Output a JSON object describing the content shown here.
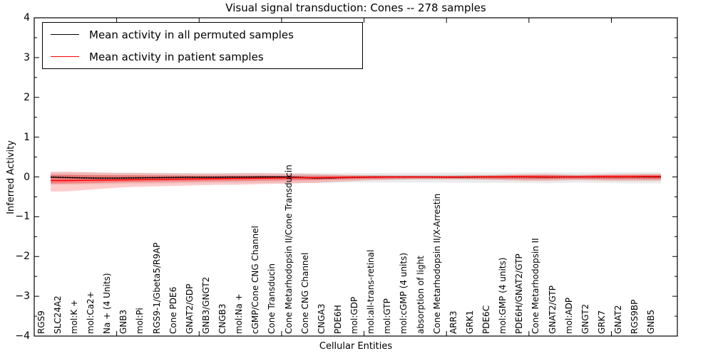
{
  "chart_data": {
    "type": "line",
    "title": "Visual signal transduction: Cones -- 278 samples",
    "xlabel": "Cellular Entities",
    "ylabel": "Inferred Activity",
    "ylim": [
      -4,
      4
    ],
    "xlim": [
      0,
      39
    ],
    "grid": false,
    "background": "#ffffff",
    "yticks": {
      "values": [
        -4,
        -3,
        -2,
        -1,
        0,
        1,
        2,
        3,
        4
      ],
      "labels": [
        "−4",
        "−3",
        "−2",
        "−1",
        "0",
        "1",
        "2",
        "3",
        "4"
      ],
      "minor_step": 0.5
    },
    "xticks_major": [
      5,
      10,
      15,
      20,
      25,
      30,
      35
    ],
    "legend": {
      "position": "upper left",
      "entries": [
        {
          "label": "Mean activity in all permuted samples",
          "color": "#000000"
        },
        {
          "label": "Mean activity in patient samples",
          "color": "#ff0000"
        }
      ]
    },
    "categories": [
      "RGS9",
      "SLC24A2",
      "mol:K +",
      "mol:Ca2+",
      "Na + (4 Units)",
      "GNB3",
      "mol:Pi",
      "RGS9-1/Gbeta5/R9AP",
      "Cone PDE6",
      "GNAT2/GDP",
      "GNB3/GNGT2",
      "CNGB3",
      "mol:Na +",
      "cGMP/Cone CNG Channel",
      "Cone Transducin",
      "Cone Metarhodopsin II/Cone Transducin",
      "Cone CNG Channel",
      "CNGA3",
      "PDE6H",
      "mol:GDP",
      "mol:all-trans-retinal",
      "mol:GTP",
      "mol:cGMP (4 units)",
      "absorption of light",
      "Cone Metarhodopsin II/X-Arrestin",
      "ARR3",
      "GRK1",
      "PDE6C",
      "mol:GMP (4 units)",
      "PDE6H/GNAT2/GTP",
      "Cone Metarhodopsin II",
      "GNAT2/GTP",
      "mol:ADP",
      "GNGT2",
      "GRK7",
      "GNAT2",
      "RGS9BP",
      "GNB5"
    ],
    "series": [
      {
        "name": "Mean activity in all permuted samples",
        "color": "#000000",
        "style": "solid-with-dots",
        "values": [
          -0.005,
          -0.015,
          -0.025,
          -0.03,
          -0.03,
          -0.025,
          -0.02,
          -0.015,
          -0.01,
          -0.01,
          -0.01,
          -0.005,
          -0.005,
          0,
          0,
          -0.01,
          -0.03,
          -0.025,
          -0.01,
          -0.005,
          0,
          0,
          0,
          0,
          -0.005,
          -0.005,
          0,
          0,
          0,
          0,
          -0.005,
          0,
          0,
          0,
          0,
          0,
          0,
          0
        ]
      },
      {
        "name": "Mean activity in patient samples",
        "color": "#ff0000",
        "style": "solid",
        "values": [
          -0.09,
          -0.09,
          -0.085,
          -0.08,
          -0.075,
          -0.07,
          -0.065,
          -0.06,
          -0.055,
          -0.05,
          -0.045,
          -0.04,
          -0.035,
          -0.03,
          -0.025,
          -0.02,
          -0.02,
          -0.015,
          -0.01,
          -0.005,
          -0.005,
          0,
          0,
          0,
          -0.005,
          0,
          0,
          0,
          0.005,
          0.005,
          0,
          0,
          0,
          0.005,
          0.005,
          0.005,
          0.01,
          0.01
        ]
      }
    ],
    "bands": [
      {
        "name": "permuted-outer-band",
        "color": "rgba(0,0,0,0.08)",
        "upper": [
          0.12,
          0.12,
          0.12,
          0.115,
          0.11,
          0.11,
          0.11,
          0.105,
          0.1,
          0.1,
          0.1,
          0.1,
          0.1,
          0.1,
          0.1,
          0.1,
          0.1,
          0.1,
          0.1,
          0.1,
          0.1,
          0.1,
          0.1,
          0.105,
          0.11,
          0.11,
          0.11,
          0.11,
          0.11,
          0.115,
          0.12,
          0.115,
          0.11,
          0.11,
          0.115,
          0.12,
          0.12,
          0.12
        ],
        "lower": [
          -0.2,
          -0.2,
          -0.19,
          -0.185,
          -0.18,
          -0.175,
          -0.17,
          -0.165,
          -0.16,
          -0.16,
          -0.155,
          -0.15,
          -0.15,
          -0.15,
          -0.15,
          -0.15,
          -0.15,
          -0.145,
          -0.14,
          -0.14,
          -0.14,
          -0.14,
          -0.14,
          -0.14,
          -0.145,
          -0.145,
          -0.15,
          -0.15,
          -0.15,
          -0.155,
          -0.16,
          -0.15,
          -0.145,
          -0.15,
          -0.155,
          -0.16,
          -0.16,
          -0.16
        ]
      },
      {
        "name": "permuted-inner-band",
        "color": "rgba(0,0,0,0.08)",
        "upper": [
          0.05,
          0.05,
          0.05,
          0.05,
          0.05,
          0.05,
          0.05,
          0.05,
          0.05,
          0.05,
          0.05,
          0.05,
          0.05,
          0.05,
          0.05,
          0.05,
          0.05,
          0.05,
          0.05,
          0.05,
          0.05,
          0.05,
          0.05,
          0.05,
          0.05,
          0.05,
          0.05,
          0.05,
          0.05,
          0.05,
          0.05,
          0.05,
          0.05,
          0.05,
          0.05,
          0.05,
          0.05,
          0.05
        ],
        "lower": [
          -0.06,
          -0.06,
          -0.06,
          -0.06,
          -0.06,
          -0.06,
          -0.06,
          -0.06,
          -0.06,
          -0.06,
          -0.06,
          -0.06,
          -0.06,
          -0.06,
          -0.06,
          -0.06,
          -0.06,
          -0.06,
          -0.06,
          -0.06,
          -0.06,
          -0.06,
          -0.06,
          -0.06,
          -0.06,
          -0.06,
          -0.06,
          -0.06,
          -0.06,
          -0.06,
          -0.06,
          -0.06,
          -0.06,
          -0.06,
          -0.06,
          -0.06,
          -0.06,
          -0.06
        ]
      },
      {
        "name": "patient-outer-band",
        "color": "rgba(255,0,0,0.20)",
        "upper": [
          0.13,
          0.13,
          0.12,
          0.11,
          0.1,
          0.1,
          0.095,
          0.09,
          0.09,
          0.085,
          0.085,
          0.09,
          0.095,
          0.09,
          0.085,
          0.08,
          0.07,
          0.06,
          0.05,
          0.04,
          0.035,
          0.03,
          0.03,
          0.03,
          0.03,
          0.035,
          0.04,
          0.05,
          0.06,
          0.07,
          0.075,
          0.06,
          0.05,
          0.06,
          0.07,
          0.075,
          0.08,
          0.08
        ],
        "lower": [
          -0.37,
          -0.36,
          -0.33,
          -0.3,
          -0.27,
          -0.25,
          -0.24,
          -0.23,
          -0.22,
          -0.21,
          -0.2,
          -0.2,
          -0.19,
          -0.18,
          -0.17,
          -0.16,
          -0.15,
          -0.13,
          -0.11,
          -0.09,
          -0.08,
          -0.07,
          -0.06,
          -0.06,
          -0.06,
          -0.06,
          -0.07,
          -0.08,
          -0.09,
          -0.1,
          -0.1,
          -0.09,
          -0.08,
          -0.09,
          -0.1,
          -0.1,
          -0.1,
          -0.1
        ]
      },
      {
        "name": "patient-inner-band",
        "color": "rgba(255,0,0,0.30)",
        "upper": [
          0.06,
          0.055,
          0.05,
          0.045,
          0.04,
          0.04,
          0.035,
          0.035,
          0.03,
          0.03,
          0.03,
          0.03,
          0.03,
          0.03,
          0.025,
          0.02,
          0.02,
          0.02,
          0.02,
          0.02,
          0.02,
          0.02,
          0.02,
          0.02,
          0.02,
          0.02,
          0.025,
          0.03,
          0.035,
          0.04,
          0.045,
          0.035,
          0.03,
          0.04,
          0.045,
          0.045,
          0.05,
          0.05
        ],
        "lower": [
          -0.17,
          -0.165,
          -0.16,
          -0.15,
          -0.14,
          -0.135,
          -0.13,
          -0.125,
          -0.12,
          -0.115,
          -0.11,
          -0.105,
          -0.1,
          -0.095,
          -0.09,
          -0.085,
          -0.08,
          -0.07,
          -0.06,
          -0.05,
          -0.045,
          -0.04,
          -0.035,
          -0.035,
          -0.035,
          -0.035,
          -0.04,
          -0.045,
          -0.05,
          -0.055,
          -0.055,
          -0.05,
          -0.045,
          -0.05,
          -0.055,
          -0.055,
          -0.06,
          -0.06
        ]
      }
    ]
  }
}
